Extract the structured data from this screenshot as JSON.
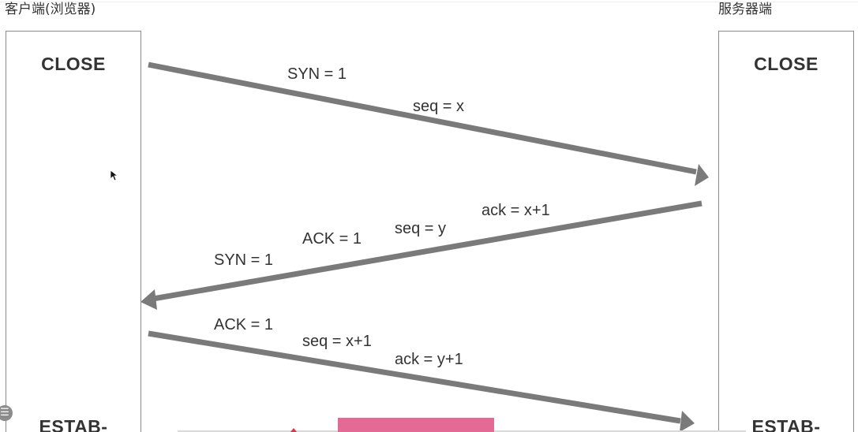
{
  "parties": {
    "client": "客户端(浏览器)",
    "server": "服务器端"
  },
  "states": {
    "client_top": "CLOSE",
    "server_top": "CLOSE",
    "client_bottom": "ESTAB-",
    "server_bottom": "ESTAB-"
  },
  "messages": [
    {
      "direction": "client-to-server",
      "labels": [
        "SYN = 1",
        "seq = x"
      ]
    },
    {
      "direction": "server-to-client",
      "labels": [
        "ack = x+1",
        "seq = y",
        "ACK = 1",
        "SYN = 1"
      ]
    },
    {
      "direction": "client-to-server",
      "labels": [
        "ACK = 1",
        "seq = x+1",
        "ack = y+1"
      ]
    }
  ],
  "colors": {
    "arrow": "#7a7a7a",
    "text": "#333333",
    "box_border": "#8a8a8a",
    "overlay_pink": "#e46a96"
  },
  "icons": {
    "cursor": "mouse-pointer-icon",
    "side_menu": "menu-icon"
  }
}
